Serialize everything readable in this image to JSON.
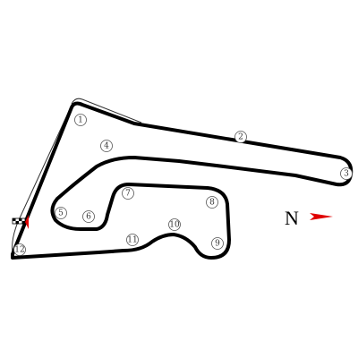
{
  "colors": {
    "track": "#000000",
    "pit_lane": "#333333",
    "north_arrow": "#e00000",
    "start_marker": "#e00000",
    "background": "#ffffff"
  },
  "turns": [
    {
      "label": "1"
    },
    {
      "label": "2"
    },
    {
      "label": "3"
    },
    {
      "label": "4"
    },
    {
      "label": "5"
    },
    {
      "label": "6"
    },
    {
      "label": "7"
    },
    {
      "label": "8"
    },
    {
      "label": "9"
    },
    {
      "label": "10"
    },
    {
      "label": "11"
    },
    {
      "label": "12"
    }
  ],
  "compass": {
    "letter": "N",
    "icon": "north-arrow-icon"
  }
}
